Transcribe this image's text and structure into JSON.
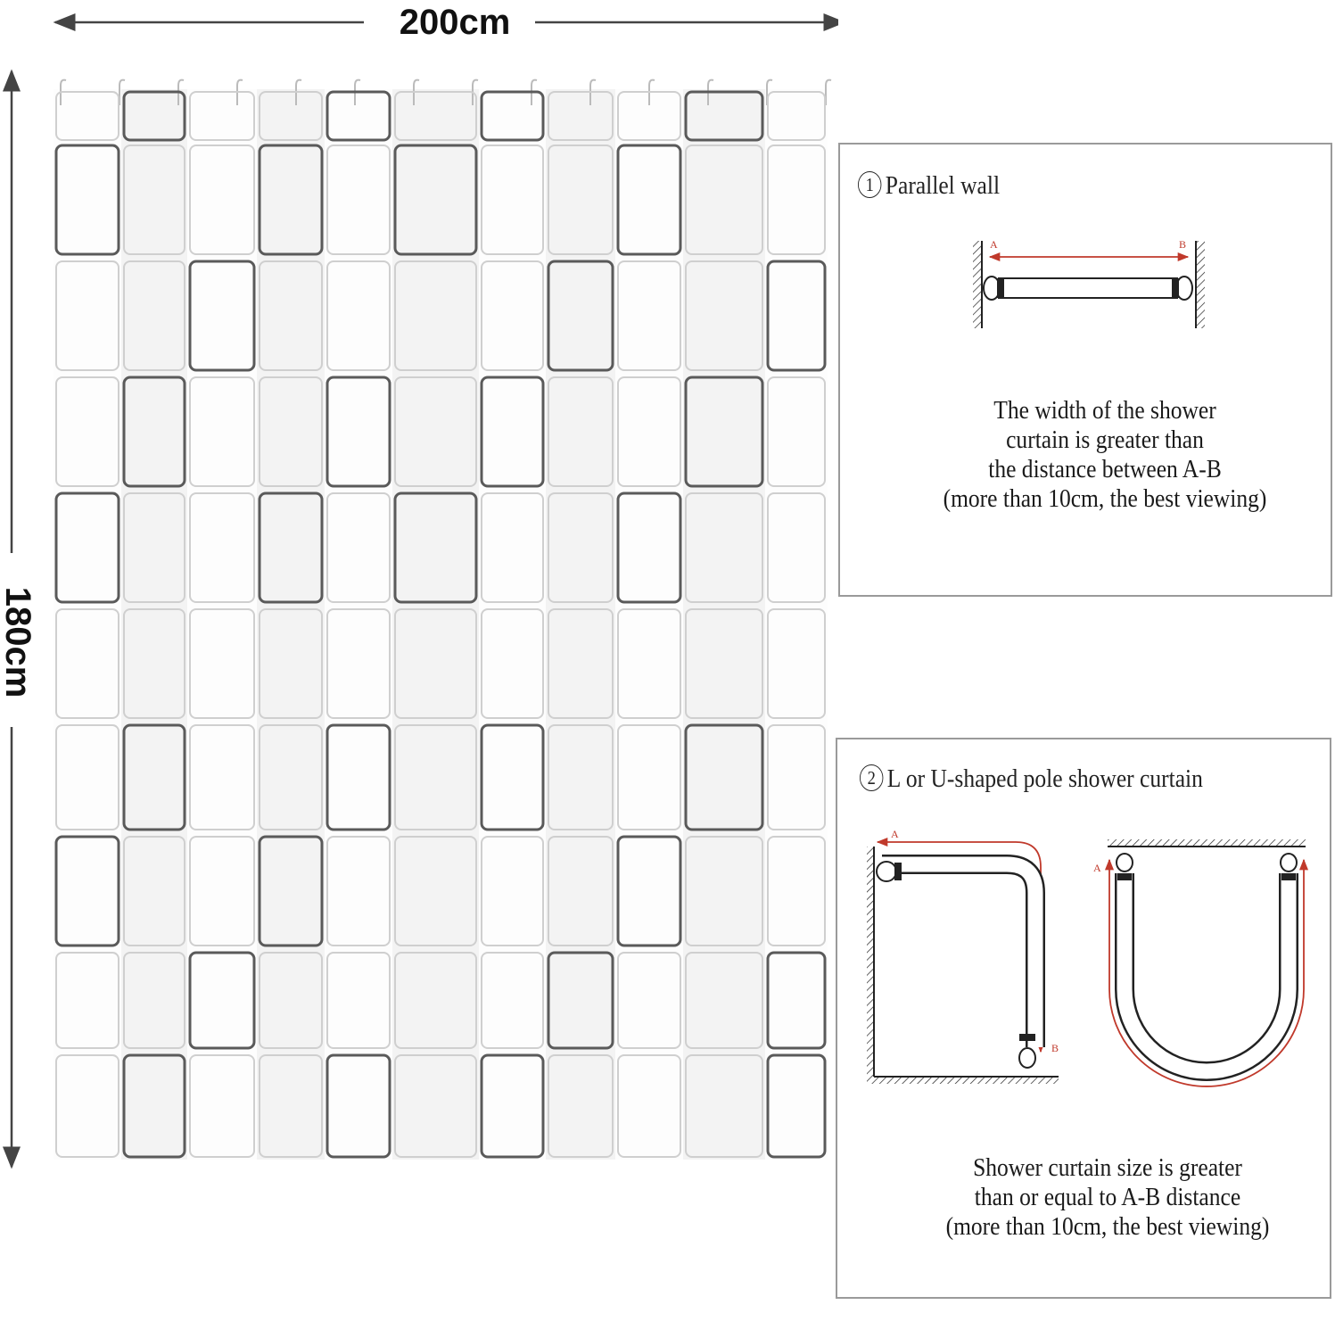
{
  "dimensions": {
    "width_label": "200cm",
    "height_label": "180cm"
  },
  "panel_parallel": {
    "number": "1",
    "title": "Parallel wall",
    "point_a": "A",
    "point_b": "B",
    "note_lines": [
      "The width of the shower",
      "curtain is greater than",
      "the distance between A-B",
      "(more than 10cm, the best viewing)"
    ]
  },
  "panel_lu": {
    "number": "2",
    "title": "L or U-shaped pole shower curtain",
    "l_point_a": "A",
    "l_point_b": "B",
    "u_point_a": "A",
    "note_lines": [
      "Shower curtain size is greater",
      "than or equal to A-B distance",
      "(more than 10cm, the best viewing)"
    ]
  },
  "colors": {
    "measure_arrow": "#c0392b",
    "outline": "#222222",
    "tile_dark": "#5a5a5a",
    "tile_light": "#cfcfcf"
  }
}
